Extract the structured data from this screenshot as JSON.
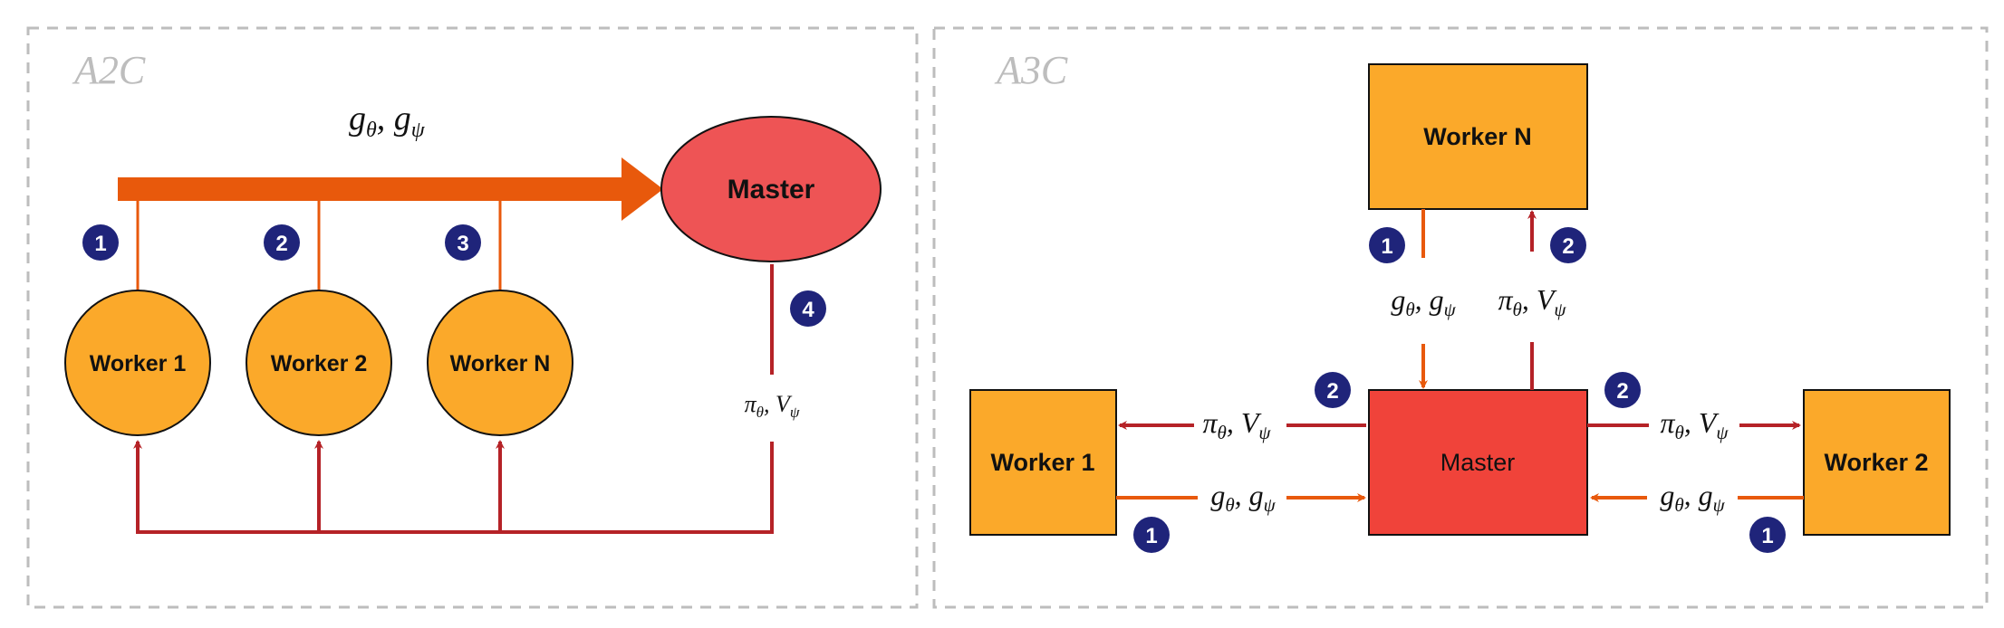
{
  "panels": {
    "a2c": {
      "title": "A2C",
      "master_label": "Master",
      "workers": [
        "Worker 1",
        "Worker 2",
        "Worker N"
      ],
      "gradient_label_g": "g",
      "gradient_sub_theta": "θ",
      "gradient_sep": ", ",
      "gradient_sub_psi": "ψ",
      "policy_label_pi": "π",
      "policy_label_v": "V",
      "steps": [
        "1",
        "2",
        "3",
        "4"
      ]
    },
    "a3c": {
      "title": "A3C",
      "master_label": "Master",
      "workers": {
        "top": "Worker N",
        "left": "Worker 1",
        "right": "Worker 2"
      },
      "steps": [
        "1",
        "2"
      ]
    }
  },
  "colors": {
    "worker_fill": "#FBA92A",
    "master_a2c_fill": "#EE5455",
    "master_a3c_fill": "#F0433A",
    "gradient_arrow": "#E8590C",
    "policy_arrow": "#B52227",
    "step_badge": "#1F247A",
    "panel_border": "#BDBDBD",
    "title_gray": "#BDBDBD"
  }
}
